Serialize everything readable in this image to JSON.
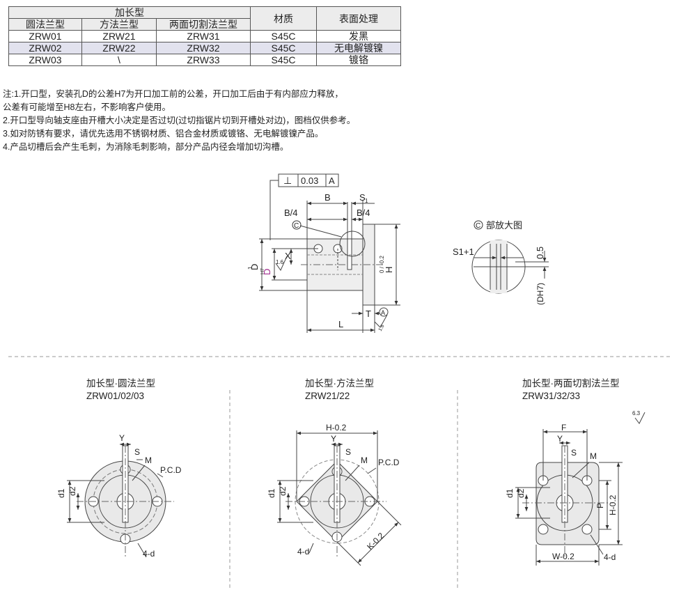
{
  "table": {
    "group_header": "加长型",
    "sub_headers": [
      "圆法兰型",
      "方法兰型",
      "两面切割法兰型"
    ],
    "material_header": "材质",
    "surface_header": "表面处理",
    "rows": [
      {
        "c1": "ZRW01",
        "c2": "ZRW21",
        "c3": "ZRW31",
        "material": "S45C",
        "surface": "发黑"
      },
      {
        "c1": "ZRW02",
        "c2": "ZRW22",
        "c3": "ZRW32",
        "material": "S45C",
        "surface": "无电解镀镍"
      },
      {
        "c1": "ZRW03",
        "c2": "\\",
        "c3": "ZRW33",
        "material": "S45C",
        "surface": "镀铬"
      }
    ]
  },
  "notes": [
    "注:1.开口型，安装孔D的公差H7为开口加工前的公差，开口加工后由于有内部应力释放，",
    "公差有可能增至H8左右，不影响客户使用。",
    "2.开口型导向轴支座由开槽大小决定是否过切(过切指锯片切到开槽处对边)，图档仅供参考。",
    "3.如对防锈有要求，请优先选用不锈钢材质、铝合金材质或镀铬、无电解镀镍产品。",
    "4.产品切槽后会产生毛刺，为消除毛刺影响，部分产品内径会增加切沟槽。"
  ],
  "side_view": {
    "tolerance_symbol": "⊥",
    "tolerance_value": "0.03",
    "datum": "A",
    "dim_B": "B",
    "dim_S1": "S",
    "dim_S1_sub": "1",
    "dim_B4_left": "B/4",
    "dim_B4_right": "B/4",
    "detail_marker": "C",
    "dim_D1": "D",
    "dim_D1_sub": "1",
    "dim_DH7": "D",
    "dim_DH7_sub": "H7",
    "roughness_left": "1.6",
    "dim_X": "X",
    "dim_H": "H",
    "dim_H_tol": "0\n-0.2",
    "dim_T": "T",
    "datum_marker": "A",
    "roughness_bottom": "1.6",
    "dim_L": "L"
  },
  "detail_view": {
    "title_marker": "C",
    "title": "部放大图",
    "dim_S1plus1": "S1+1",
    "dim_05": "0.5",
    "dim_DH7": "(DH7)"
  },
  "views": [
    {
      "title": "加长型·圆法兰型",
      "code": "ZRW01/02/03"
    },
    {
      "title": "加长型·方法兰型",
      "code": "ZRW21/22"
    },
    {
      "title": "加长型·两面切割法兰型",
      "code": "ZRW31/32/33"
    }
  ],
  "view_labels": {
    "Y": "Y",
    "S": "S",
    "M": "M",
    "PCD": "P.C.D",
    "d1": "d1",
    "d2": "d2",
    "four_d": "4-d",
    "H_top": "H-0.2",
    "K": "K-0.2",
    "F": "F",
    "P": "P",
    "W": "W-0.2",
    "roughness": "6.3"
  }
}
